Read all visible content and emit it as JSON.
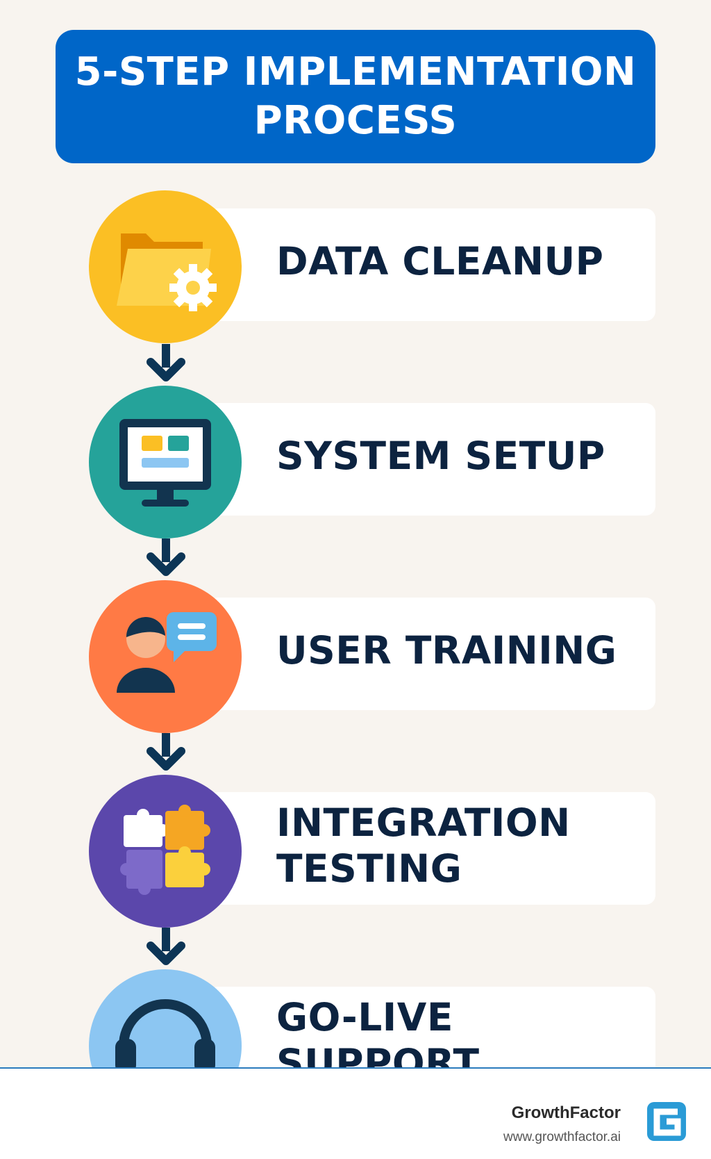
{
  "title": "5-STEP IMPLEMENTATION PROCESS",
  "steps": [
    {
      "label": "DATA CLEANUP",
      "icon": "folder-gear-icon",
      "color": "#fbbf24"
    },
    {
      "label": "SYSTEM SETUP",
      "icon": "monitor-icon",
      "color": "#25a39a"
    },
    {
      "label": "USER TRAINING",
      "icon": "user-chat-icon",
      "color": "#ff7a45"
    },
    {
      "label": "INTEGRATION TESTING",
      "icon": "puzzle-icon",
      "color": "#5b47ab"
    },
    {
      "label": "GO-LIVE SUPPORT",
      "icon": "headset-icon",
      "color": "#8cc6f2"
    }
  ],
  "footer": {
    "brand": "GrowthFactor",
    "url": "www.growthfactor.ai",
    "logo_icon": "growthfactor-logo-icon"
  },
  "colors": {
    "title_bg": "#0066c8",
    "text_dark": "#0c2340",
    "arrow": "#0c3556",
    "page_bg": "#f8f4ef"
  }
}
